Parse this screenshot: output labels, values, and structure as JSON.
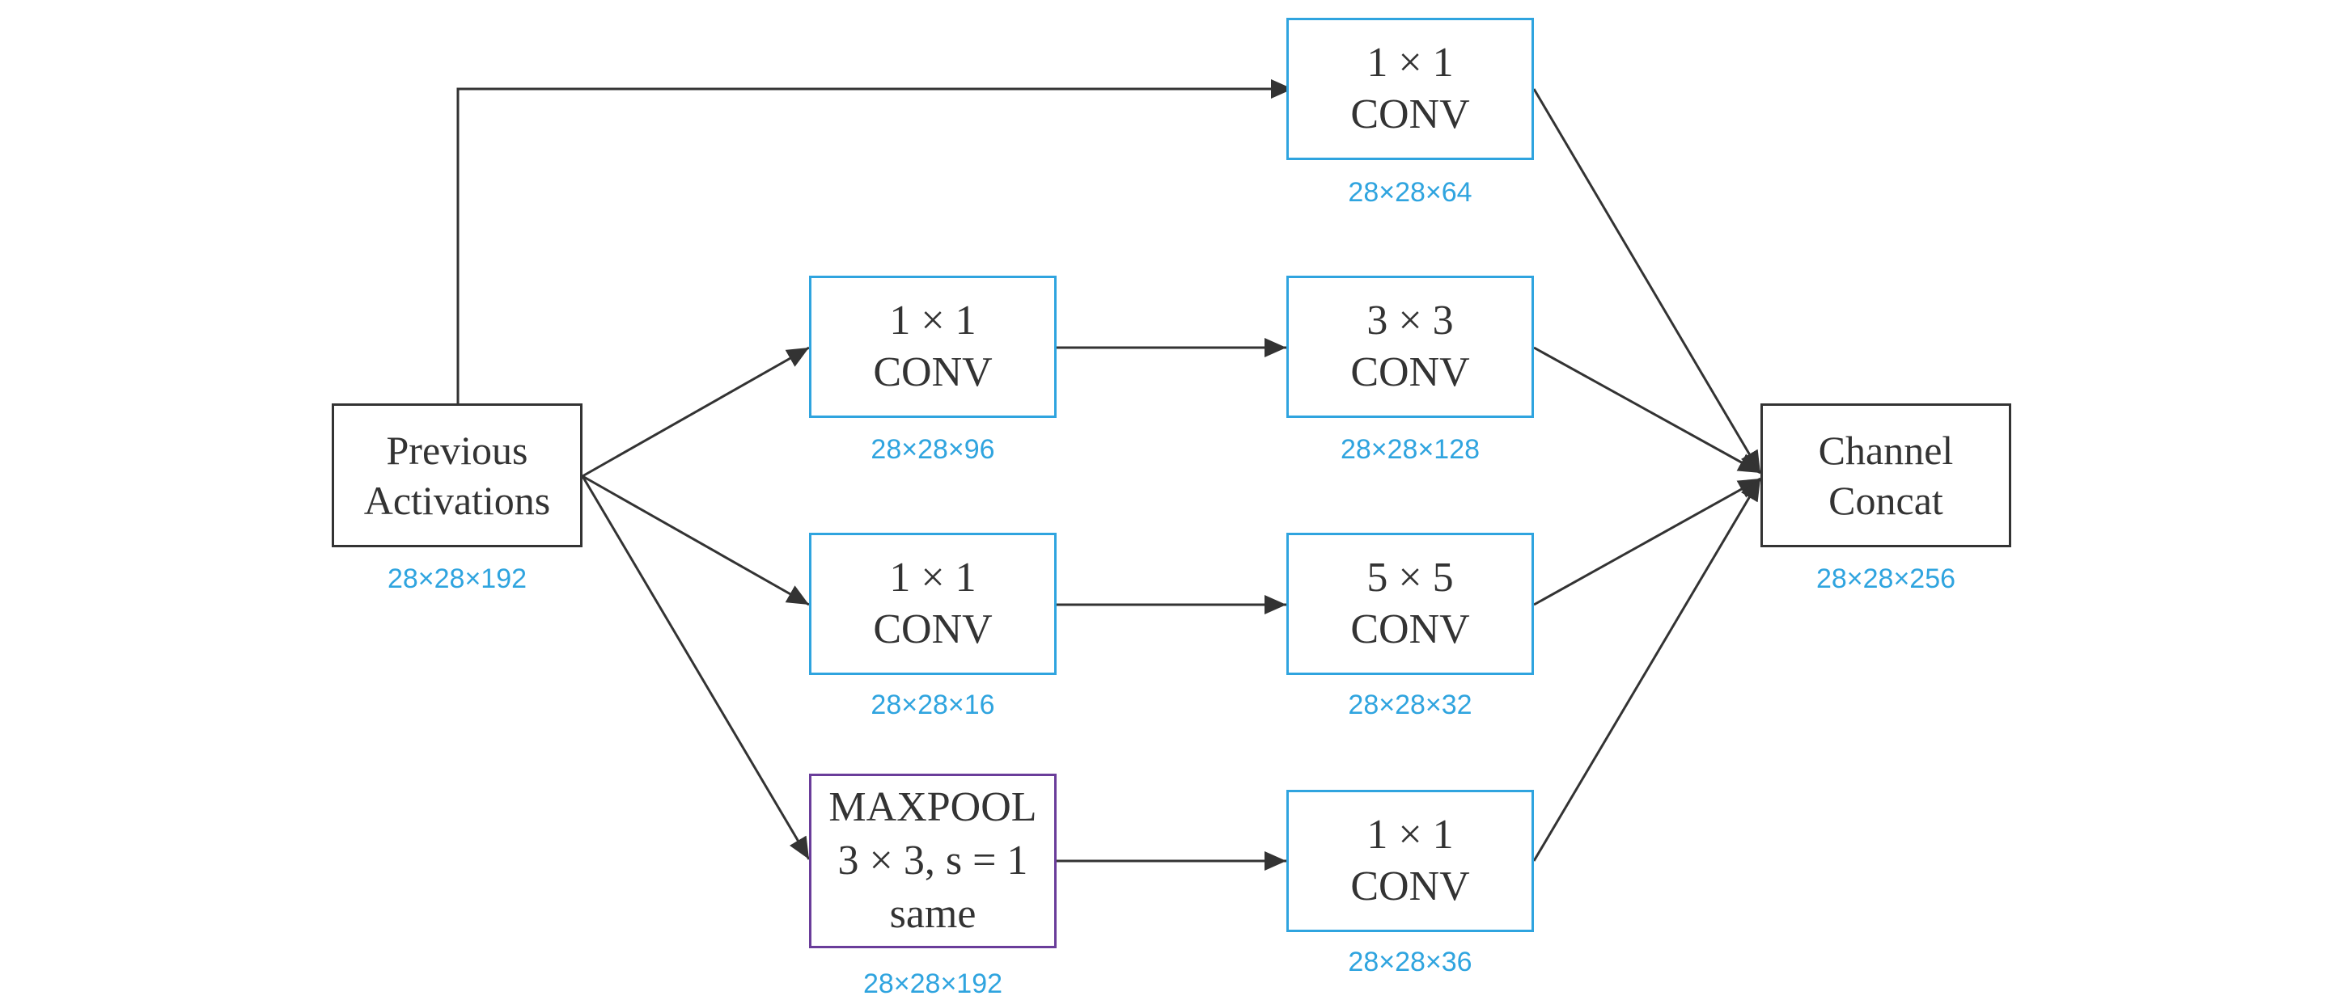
{
  "nodes": {
    "previous": {
      "lines": [
        "Previous",
        "Activations"
      ],
      "dim": "28×28×192"
    },
    "conv1x1_top": {
      "lines": [
        "1 × 1",
        "CONV"
      ],
      "dim": "28×28×64"
    },
    "conv1x1_a": {
      "lines": [
        "1 × 1",
        "CONV"
      ],
      "dim": "28×28×96"
    },
    "conv3x3": {
      "lines": [
        "3 × 3",
        "CONV"
      ],
      "dim": "28×28×128"
    },
    "conv1x1_b": {
      "lines": [
        "1 × 1",
        "CONV"
      ],
      "dim": "28×28×16"
    },
    "conv5x5": {
      "lines": [
        "5 × 5",
        "CONV"
      ],
      "dim": "28×28×32"
    },
    "maxpool": {
      "lines": [
        "MAXPOOL",
        "3 × 3, s = 1",
        "same"
      ],
      "dim": "28×28×192"
    },
    "conv1x1_c": {
      "lines": [
        "1 × 1",
        "CONV"
      ],
      "dim": "28×28×36"
    },
    "concat": {
      "lines": [
        "Channel",
        "Concat"
      ],
      "dim": "28×28×256"
    }
  },
  "colors": {
    "line": "#333333",
    "conv_border": "#2fa4df",
    "pool_border": "#6a3d9a",
    "dimension_text": "#2fa4df"
  }
}
